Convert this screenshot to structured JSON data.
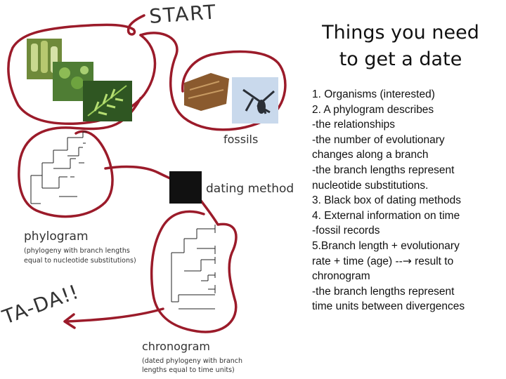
{
  "slide": {
    "title_line1": "Things you need",
    "title_line2": "to get a date",
    "steps": [
      "1. Organisms (interested)",
      "2. A phylogram describes",
      "-the relationships",
      "-the number of evolutionary",
      "changes along a branch",
      "-the branch lengths represent",
      "nucleotide substitutions.",
      "3. Black box of dating methods",
      "4. External information on time",
      "-fossil records",
      "5.Branch length + evolutionary",
      "rate + time (age) --",
      " result to",
      "chronogram",
      "-the branch lengths represent",
      "time units between divergences"
    ],
    "step_arrow_icon": "right-arrow-icon"
  },
  "diagram": {
    "start_label": "START",
    "tada_label": "TA-DA!!",
    "fossils_label": "fossils",
    "dating_method_label": "dating method",
    "phylogram_label": "phylogram",
    "phylogram_caption_line1": "(phylogeny with branch lengths",
    "phylogram_caption_line2": "equal to nucleotide substitutions)",
    "chronogram_label": "chronogram",
    "chronogram_caption_line1": "(dated phylogeny with branch",
    "chronogram_caption_line2": "lengths equal to time units)",
    "loop_color": "#9b1b2a",
    "black_box_color": "#111111"
  }
}
